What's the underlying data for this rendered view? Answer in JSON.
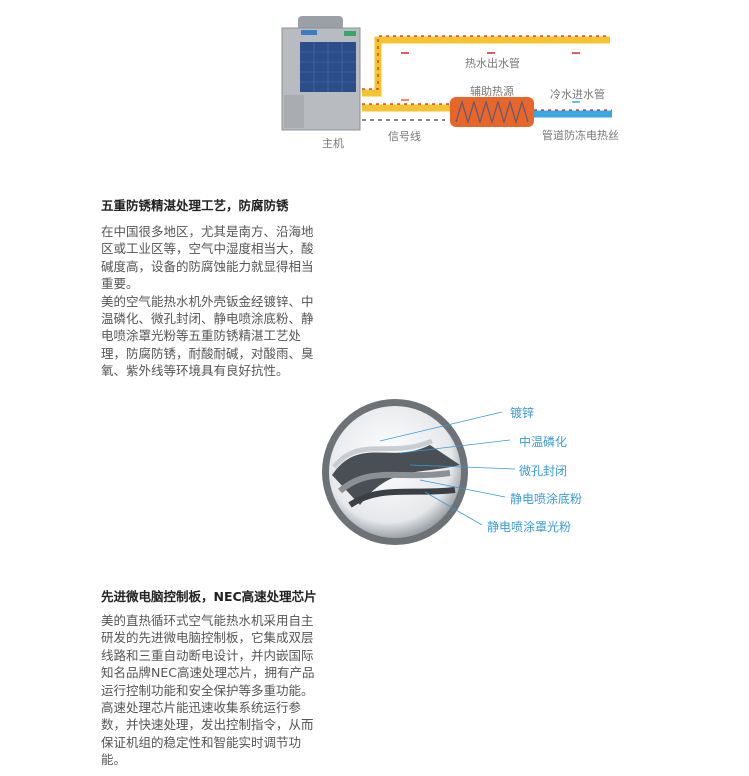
{
  "diagram1": {
    "labels": {
      "host": "主机",
      "signal_line": "信号线",
      "hot_water_out": "热水出水管",
      "aux_heat": "辅助热源",
      "cold_water_in": "冷水进水管",
      "antifreeze": "管道防冻电热丝"
    },
    "colors": {
      "hot_pipe": "#f4c430",
      "heat_wire": "#d62828",
      "cold_pipe": "#3aa7e0",
      "heater": "#e8662a"
    }
  },
  "section1": {
    "title": "五重防锈精湛处理工艺，防腐防锈",
    "lines": [
      "在中国很多地区，尤其是南方、沿海地",
      "区或工业区等，空气中湿度相当大，酸",
      "碱度高，设备的防腐蚀能力就显得相当",
      "重要。",
      "美的空气能热水机外壳钣金经镀锌、中",
      "温磷化、微孔封闭、静电喷涂底粉、静",
      "电喷涂罩光粉等五重防锈精湛工艺处",
      "理，防腐防锈，耐酸耐碱，对酸雨、臭",
      "氧、紫外线等环境具有良好抗性。"
    ]
  },
  "diagram2": {
    "layers": [
      "镀锌",
      "中温磷化",
      "微孔封闭",
      "静电喷涂底粉",
      "静电喷涂罩光粉"
    ],
    "label_color": "#3a9ad6"
  },
  "section2": {
    "title": "先进微电脑控制板，NEC高速处理芯片",
    "lines": [
      "美的直热循环式空气能热水机采用自主",
      "研发的先进微电脑控制板，它集成双层",
      "线路和三重自动断电设计，并内嵌国际",
      "知名品牌NEC高速处理芯片，拥有产品",
      "运行控制功能和安全保护等多重功能。",
      "高速处理芯片能迅速收集系统运行参",
      "数，并快速处理，发出控制指令，从而",
      "保证机组的稳定性和智能实时调节功",
      "能。"
    ]
  }
}
